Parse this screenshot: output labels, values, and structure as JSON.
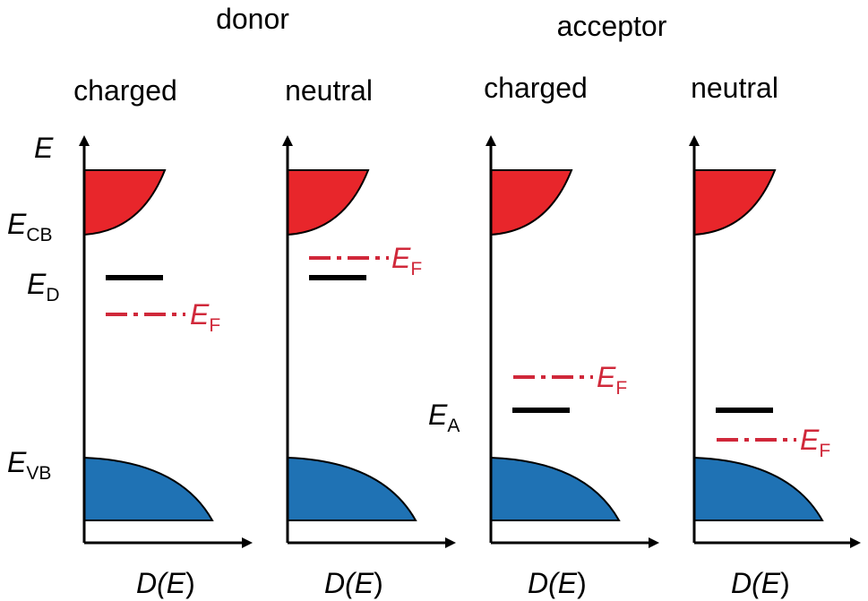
{
  "headers": {
    "donor": "donor",
    "acceptor": "acceptor",
    "panels": [
      "charged",
      "neutral",
      "charged",
      "neutral"
    ]
  },
  "axes": {
    "y_label": "E",
    "x_label": {
      "prefix": "D(",
      "var": "E",
      "suffix": ")"
    }
  },
  "levels": {
    "cb": {
      "main": "E",
      "sub": "CB"
    },
    "vb": {
      "main": "E",
      "sub": "VB"
    },
    "donor": {
      "main": "E",
      "sub": "D"
    },
    "acceptor": {
      "main": "E",
      "sub": "A"
    },
    "fermi": {
      "main": "E",
      "sub": "F"
    }
  },
  "colors": {
    "conduction_band": "#e8262b",
    "valence_band": "#1f72b4",
    "fermi_level": "#d0283a",
    "defect_level": "#000000"
  }
}
